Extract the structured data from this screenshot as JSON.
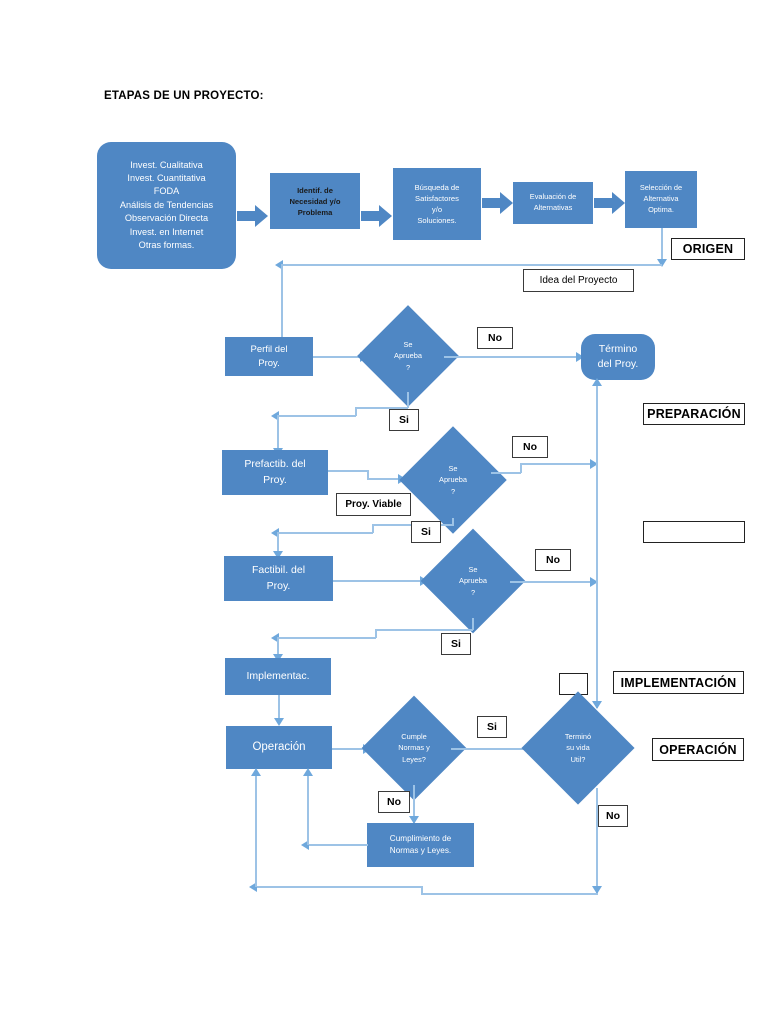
{
  "title": "ETAPAS DE UN PROYECTO:",
  "origin_row": {
    "sources_box": {
      "lines": [
        "Invest. Cualitativa",
        "Invest. Cuantitativa",
        "FODA",
        "Análisis de Tendencias",
        "Observación Directa",
        "Invest. en Internet",
        "Otras formas."
      ]
    },
    "identif_box": {
      "lines": [
        "Identif. de",
        "Necesidad y/o",
        "Problema"
      ]
    },
    "busqueda_box": {
      "lines": [
        "Búsqueda de",
        "Satisfactores",
        "y/o",
        "Soluciones."
      ]
    },
    "evaluacion_box": {
      "lines": [
        "Evaluación de",
        "Alternativas"
      ]
    },
    "seleccion_box": {
      "lines": [
        "Selección de",
        "Alternativa",
        "Optima."
      ]
    },
    "idea_label": "Idea del Proyecto"
  },
  "stages": {
    "origen": "ORIGEN",
    "preparacion": "PREPARACIÓN",
    "blank": "",
    "implementacion": "IMPLEMENTACIÓN",
    "operacion": "OPERACIÓN"
  },
  "preparation": {
    "perfil_box": {
      "lines": [
        "Perfil del",
        "Proy."
      ]
    },
    "prefactib_box": {
      "lines": [
        "Prefactib. del",
        "Proy."
      ]
    },
    "factibil_box": {
      "lines": [
        "Factibil. del",
        "Proy."
      ]
    },
    "termino_box": {
      "lines": [
        "Término",
        "del Proy."
      ]
    },
    "decision_perfil": {
      "lines": [
        "Se",
        "Aprueba",
        "?"
      ]
    },
    "decision_prefactib": {
      "lines": [
        "Se",
        "Aprueba",
        "?"
      ]
    },
    "decision_factibil": {
      "lines": [
        "Se",
        "Aprueba",
        "?"
      ]
    },
    "no_1": "No",
    "si_1": "Si",
    "no_2": "No",
    "si_2": "Si",
    "no_3": "No",
    "si_3": "Si",
    "proy_viable": "Proy. Viable"
  },
  "operation": {
    "implementac_box": {
      "lines": [
        "Implementac."
      ]
    },
    "operacion_box": {
      "lines": [
        "Operación"
      ]
    },
    "cumple_decision": {
      "lines": [
        "Cumple",
        "Normas y",
        "Leyes?"
      ]
    },
    "vida_decision": {
      "lines": [
        "Terminó",
        "su vida",
        "Util?"
      ]
    },
    "cumplimiento_box": {
      "lines": [
        "Cumplimiento de",
        "Normas y Leyes."
      ]
    },
    "si_cumple": "Si",
    "no_cumple": "No",
    "no_vida": "No",
    "blank_box": ""
  },
  "colors": {
    "shape_blue": "#4F87C4",
    "connector_blue": "#9DC3E6",
    "arrowhead_blue": "#6FA8DC",
    "text_white": "#FFFFFF",
    "text_black": "#000000"
  }
}
